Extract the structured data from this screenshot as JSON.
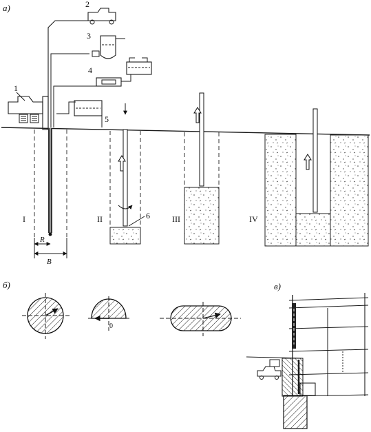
{
  "panels": {
    "a": "а)",
    "b": "б)",
    "v": "в)"
  },
  "equipment_numbers": {
    "n1": "1",
    "n2": "2",
    "n3": "3",
    "n4": "4",
    "n5": "5",
    "n6": "6"
  },
  "stages": {
    "s1": "I",
    "s2": "II",
    "s3": "III",
    "s4": "IV"
  },
  "dimensions": {
    "radius": "R",
    "width": "B"
  },
  "section_marks": {
    "origin": "0"
  }
}
